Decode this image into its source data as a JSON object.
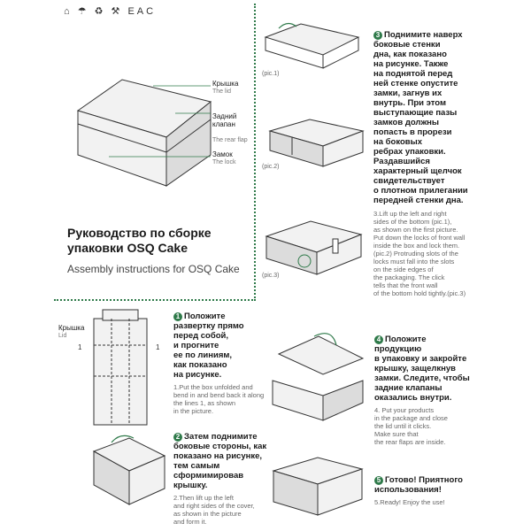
{
  "marks": "⌂ ☂ ♻ ⚒ EAC",
  "labels": {
    "lid_ru": "Крышка",
    "lid_en": "The lid",
    "flap_ru": "Задний\nклапан",
    "flap_en": "The rear flap",
    "lock_ru": "Замок",
    "lock_en": "The lock"
  },
  "title_ru": "Руководство по сборке\nупаковки OSQ Cake",
  "title_en": "Assembly instructions for OSQ Cake",
  "pics": {
    "p1": "(pic.1)",
    "p2": "(pic.2)",
    "p3": "(pic.3)"
  },
  "step3": {
    "num": "3",
    "ru": "Поднимите наверх\nбоковые стенки\nдна, как показано\nна рисунке. Также\nна поднятой перед\nней стенке опустите\nзамки, загнув их\nвнутрь. При этом\nвыступающие пазы\nзамков должны\nпопасть в прорези\nна боковых\nребрах упаковки.\nРаздавшийся\nхарактерный щелчок\nсвидетельствует\nо плотном прилегании\nпередней стенки дна.",
    "en": "3.Lift up the left and right\nsides of the bottom (pic.1),\nas shown on the first picture.\nPut down the locks of front wall\ninside the box and lock them.\n(pic.2) Protruding slots of the\nlocks must fall into the slots\non the side edges of\nthe packaging. The click\ntells that the front wall\nof the bottom hold tightly.(pic.3)"
  },
  "step1": {
    "num": "1",
    "lid_ru": "Крышка",
    "lid_en": "Lid",
    "fold": "1",
    "ru": "Положите\nразвертку прямо\nперед собой,\nи прогните\nее по линиям,\nкак показано\nна рисунке.",
    "en": "1.Put the box unfolded and\nbend in and bend back it along\nthe lines 1, as shown\nin the picture."
  },
  "step4": {
    "num": "4",
    "ru": "Положите\nпродукцию\nв упаковку и закройте\nкрышку, защелкнув\nзамки. Следите, чтобы\nзадние клапаны\nоказались внутри.",
    "en": "4. Put your products\nin the package and close\nthe lid until it clicks.\nMake sure that\nthe rear flaps are inside."
  },
  "step2": {
    "num": "2",
    "ru": "Затем поднимите\nбоковые стороны, как\nпоказано на рисунке,\nтем самым\nсформимировав\nкрышку.",
    "en": "2.Then lift up the left\nand right  sides of the cover,\nas shown in the picture\nand form it."
  },
  "step5": {
    "num": "5",
    "ru": "Готово! Приятного\nиспользования!",
    "en": "5.Ready! Enjoy the use!"
  }
}
